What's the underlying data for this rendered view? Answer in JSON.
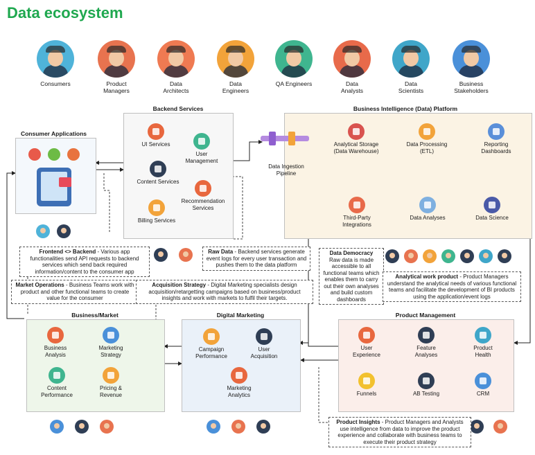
{
  "title": "Data ecosystem",
  "personas": [
    {
      "label": "Consumers",
      "color": "#4fb3d9"
    },
    {
      "label": "Product\nManagers",
      "color": "#e8734f"
    },
    {
      "label": "Data\nArchitects",
      "color": "#ef7a52"
    },
    {
      "label": "Data\nEngineers",
      "color": "#f2a33a"
    },
    {
      "label": "QA Engineers",
      "color": "#3fb58f"
    },
    {
      "label": "Data\nAnalysts",
      "color": "#e86a4a"
    },
    {
      "label": "Data\nScientists",
      "color": "#3fa6c9"
    },
    {
      "label": "Business\nStakeholders",
      "color": "#4a90d9"
    }
  ],
  "consumer_apps": {
    "title": "Consumer Applications"
  },
  "backend": {
    "title": "Backend Services",
    "items": [
      "UI Services",
      "User\nManagement",
      "Content Services",
      "Recommendation\nServices",
      "Billing Services"
    ]
  },
  "bi": {
    "title": "Business Intelligence (Data) Platform",
    "items": [
      "Analytical Storage\n(Data Warehouse)",
      "Data Processing\n(ETL)",
      "Reporting\nDashboards",
      "Data Analyses",
      "Data Science",
      "Third-Party\nIntegrations"
    ],
    "ingestion": "Data Ingestion\nPipeline"
  },
  "notes": {
    "frontend_title": "Frontend <> Backend",
    "frontend_body": " - Various app functionalities send API requests to backend services which send back required information/content to the consumer app",
    "raw_title": "Raw Data",
    "raw_body": " - Backend services generate event logs for every user transaction and pushes them to the data platform",
    "democracy_title": "Data Democracy",
    "democracy_body": "Raw data is made accessible to all functional teams which enables them to carry out their own analyses and build custom dashboards",
    "awp_title": "Analytical work product",
    "awp_body": " - Product Managers understand the analytical needs of various functional teams and facilitate the development of BI products using the application/event logs",
    "market_title": "Market Operations",
    "market_body": " - Business Teams work with product and other functional teams to create value for the consumer",
    "acq_title": "Acquisition Strategy",
    "acq_body": " - Digital Marketing specialists design acquisition/retargetting campaigns based on business/product insights and work with markets to fulfil their targets.",
    "insights_title": "Product Insights",
    "insights_body": " - Product Managers and Analysts use intelligence from data to improve the product experience and collaborate with business teams to execute their product strategy"
  },
  "business": {
    "title": "Business/Market",
    "items": [
      "Business\nAnalysis",
      "Marketing\nStrategy",
      "Content\nPerformance",
      "Pricing &\nRevenue"
    ]
  },
  "digital": {
    "title": "Digital Marketing",
    "items": [
      "Campaign\nPerformance",
      "User\nAcquisition",
      "Marketing\nAnalytics"
    ]
  },
  "product": {
    "title": "Product Management",
    "items": [
      "User\nExperience",
      "Feature\nAnalyses",
      "Product\nHealth",
      "Funnels",
      "AB Testing",
      "CRM"
    ]
  },
  "colors": {
    "accent": "#1fa84f",
    "bi_bg": "#fbf3e4",
    "biz_bg": "#eef6ea",
    "dm_bg": "#eaf1f9",
    "pm_bg": "#fbeeea"
  }
}
